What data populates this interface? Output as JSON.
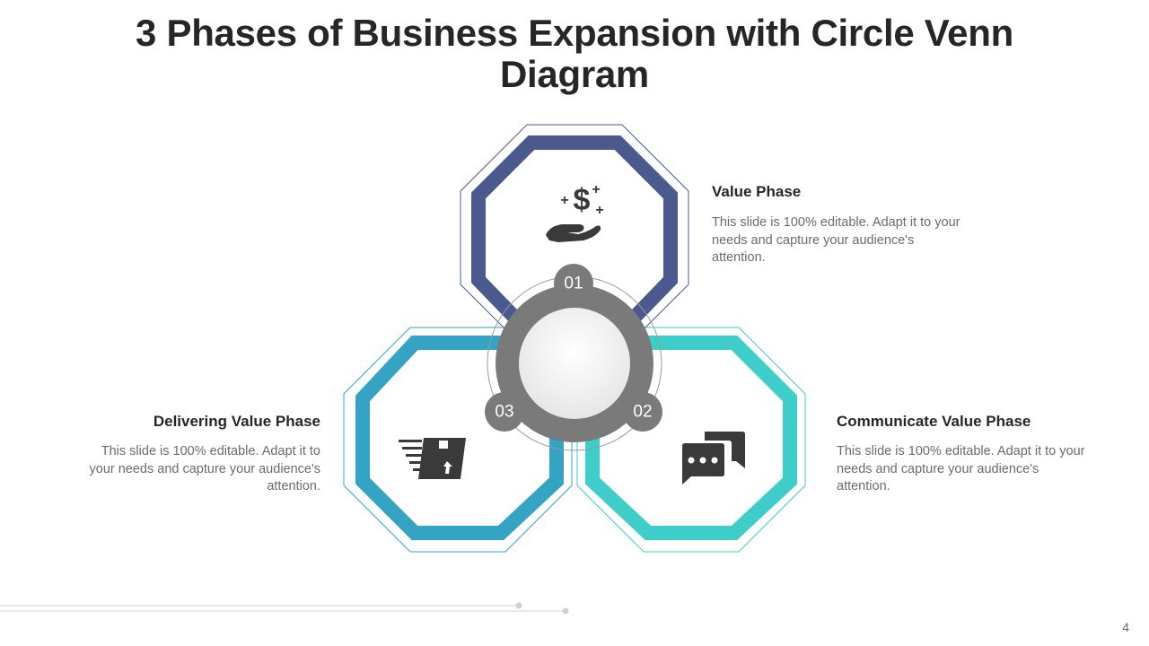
{
  "title": "3 Phases of Business Expansion with Circle Venn Diagram",
  "phases": [
    {
      "number": "01",
      "title": "Value Phase",
      "description": "This slide is 100% editable. Adapt it to your needs and capture your audience's attention.",
      "icon": "dollar-hand-icon",
      "color": "#4a5a8f"
    },
    {
      "number": "02",
      "title": "Communicate Value Phase",
      "description": "This slide is 100% editable. Adapt it to your needs and capture your audience's attention.",
      "icon": "chat-bubbles-icon",
      "color": "#3ecdc8"
    },
    {
      "number": "03",
      "title": "Delivering Value Phase",
      "description": "This slide is 100% editable. Adapt it to your needs and capture your audience's attention.",
      "icon": "fast-delivery-box-icon",
      "color": "#35a3c4"
    }
  ],
  "hub_color": "#7a7a7a",
  "page_number": "4"
}
